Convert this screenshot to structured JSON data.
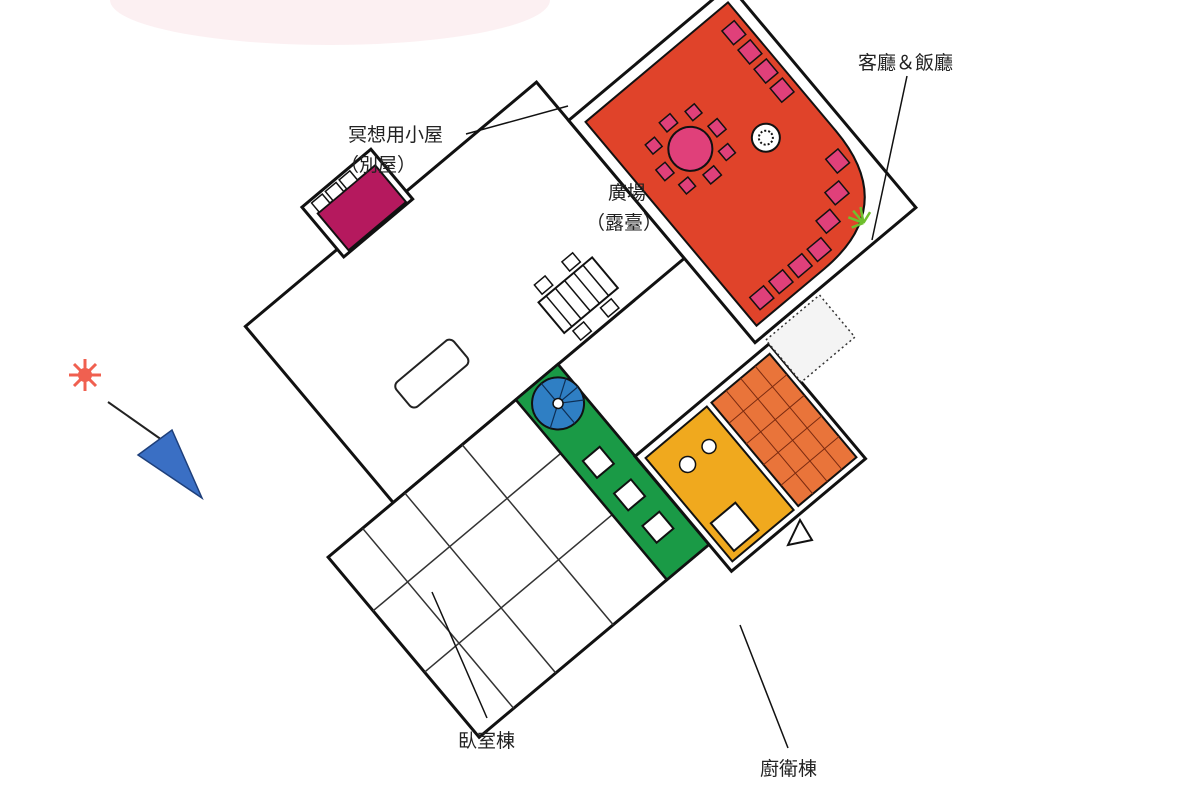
{
  "labels": {
    "meditation_room": "冥想用小屋",
    "meditation_room_sub": "（別屋）",
    "plaza": "廣場",
    "plaza_sub": "（露臺）",
    "living_dining": "客廳＆飯廳",
    "bedroom_wing": "臥室棟",
    "kitchen_bath_wing": "廚衛棟"
  },
  "colors": {
    "meditation_room": "#b5195e",
    "living_dining": "#e0432a",
    "bedroom_corridor": "#1a9a46",
    "spiral_stair": "#2f7fc4",
    "kitchen": "#e9743a",
    "bathroom": "#f0a91e",
    "seat_pink": "#e0407a",
    "north_arrow": "#3a6fc4",
    "sun": "#f06050"
  },
  "icons": [
    "sun-icon",
    "north-arrow-icon",
    "entrance-arrow-icon",
    "plant-icon",
    "fireplace-icon"
  ]
}
